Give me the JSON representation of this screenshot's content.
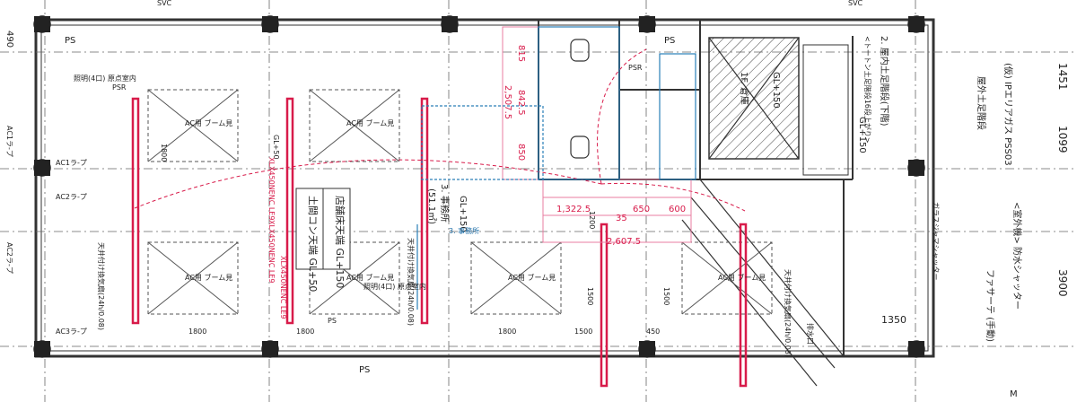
{
  "dimensions": {
    "top_left": "490",
    "right_1": "1451",
    "right_2": "1099",
    "right_3": "3900",
    "bottom_right": "1350",
    "grid_1800_a": "1800",
    "grid_1800_b": "1800",
    "grid_1800_c": "1800",
    "grid_1800_d": "1800",
    "grid_1500_a": "1500",
    "grid_1500_b": "1500",
    "grid_1500_c": "1500",
    "grid_450": "450",
    "red_815": "815",
    "red_842": "842.5",
    "red_2507": "2,507.5",
    "red_850": "850",
    "red_1322": "1,322.5",
    "red_35": "35",
    "red_650": "650",
    "red_600": "600",
    "red_2607": "2,607.5",
    "red_1200": "1200"
  },
  "labels": {
    "floor_note_1": "土間コン天端 GL+50",
    "floor_note_2": "店舗床天端 GL+150",
    "gl_150_a": "GL+150",
    "gl_150_b": "GL+150",
    "gl_150_c": "GL+150",
    "gl_50": "GL+50",
    "shop_area": "3. 事務所",
    "shop_area_sub": "(51.1㎡)",
    "stair_label": "2. 屋内土足階段(下階)",
    "stair_sub": "<トートン土足階段16段上がり>",
    "kitchen": "1F. 倉庫",
    "ps": "PS",
    "ps_b": "PS",
    "ps_c": "PS",
    "psr": "PSR",
    "psr_b": "PSR",
    "ps_bottom": "PS",
    "svc": "SVC",
    "svc_b": "SVC",
    "led_1": "XLX450NENC LE9",
    "led_2": "XLX450NENC LE9",
    "led_3": "XLX450NENC LE9",
    "ac_1": "AC用 ブーム見",
    "ac_2": "AC用 ブーム見",
    "ac_3": "AC用 ブーム見",
    "ac_4": "AC用 ブーム見",
    "ac_5": "AC用 ブーム見",
    "ac_6": "AC用 ブーム見",
    "right_note_1": "(仮) IPエリアガス PSS03",
    "right_note_2": "屋外土足階段",
    "right_note_3": "ファサーテ (手動)",
    "right_note_4": "ガラスジャマシャッター",
    "right_note_5": "<室外機> 防水シャッター",
    "dashed_note": "3. 事務所",
    "exhaust_1": "天井付け換気扇(24h/0.08)",
    "exhaust_2": "天井付け換気扇(24h/0.08)",
    "exhaust_3": "天井付け換気扇(24h/0.08)",
    "floor_drain": "排水口",
    "outlet_note": "照明(4口) 原点室内",
    "outlet_note_2": "照明(4口) 原点室内",
    "ac_pipe": "AC1ラ-プ",
    "ac_pipe_2": "AC2ラ-プ",
    "ac_pipe_3": "AC3ラ-プ",
    "ac_pipe_4": "AC1ラ-プ",
    "ac_pipe_5": "AC2ラ-プ",
    "bottom_label": "M"
  },
  "colors": {
    "wall": "#333333",
    "grid": "#555555",
    "red_markup": "#d81b4a",
    "blue_markup": "#2a7fb8",
    "pink_markup": "#e87ca0",
    "hatch": "#444444"
  }
}
